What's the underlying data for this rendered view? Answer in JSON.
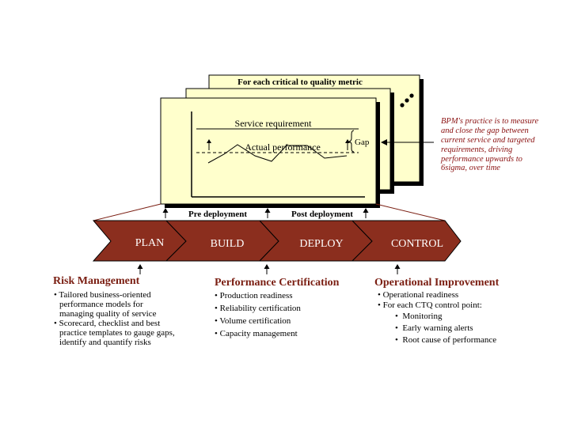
{
  "panel": {
    "header": "For each critical to quality metric",
    "service_requirement": "Service requirement",
    "actual_performance": "Actual performance",
    "gap": "Gap"
  },
  "callout": {
    "lines": [
      "BPM's practice is to measure",
      "and close the gap between",
      "current service and  targeted",
      "requirements, driving",
      "performance upwards to",
      "6sigma, over time"
    ]
  },
  "stage_labels": {
    "pre": "Pre deployment",
    "post": "Post deployment"
  },
  "phases": [
    "PLAN",
    "BUILD",
    "DEPLOY",
    "CONTROL"
  ],
  "sections": {
    "risk": {
      "title": "Risk Management",
      "lines": [
        "• Tailored business-oriented",
        "performance models for",
        "managing quality of service",
        "• Scorecard, checklist and best",
        "practice templates to gauge gaps,",
        "identify and quantify risks"
      ]
    },
    "perf": {
      "title": "Performance Certification",
      "items": [
        "• Production readiness",
        "• Reliability certification",
        "• Volume certification",
        "• Capacity management"
      ]
    },
    "ops": {
      "title": "Operational Improvement",
      "items": [
        "• Operational readiness",
        "• For each CTQ control point:"
      ],
      "subitems": [
        "Monitoring",
        "Early warning alerts",
        "Root cause of performance"
      ]
    }
  },
  "colors": {
    "chevron": "#8b2e1e",
    "panel": "#ffffcc",
    "heading": "#7a1e12",
    "callout_text": "#8a1010"
  }
}
